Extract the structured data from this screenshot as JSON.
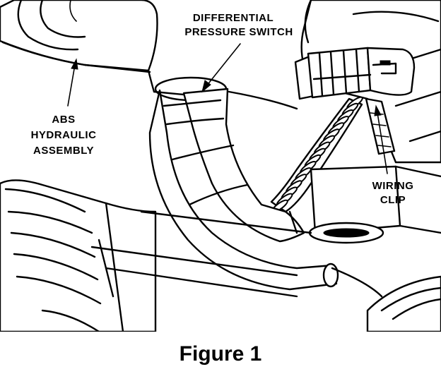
{
  "labels": {
    "differential_pressure_switch": [
      "DIFFERENTIAL",
      "PRESSURE SWITCH"
    ],
    "abs_hydraulic_assembly": [
      "ABS",
      "HYDRAULIC",
      "ASSEMBLY"
    ],
    "wiring_clip": [
      "WIRING",
      "CLIP"
    ]
  },
  "caption": "Figure 1",
  "colors": {
    "ink": "#000000",
    "paper": "#ffffff"
  }
}
